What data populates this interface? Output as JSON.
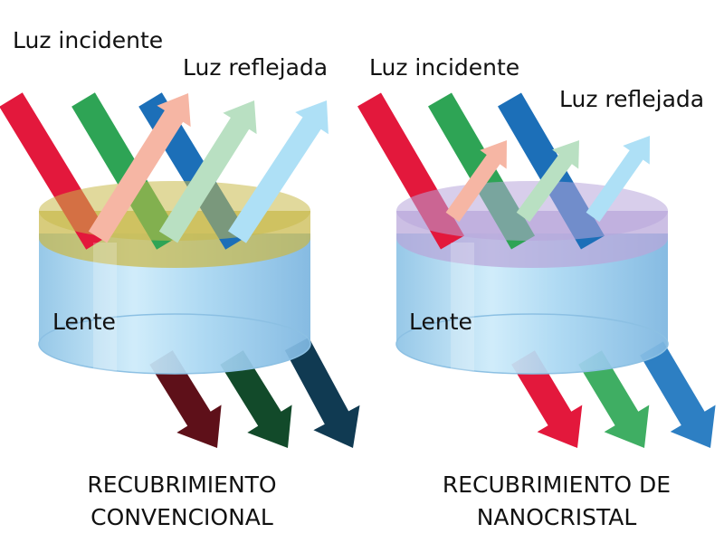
{
  "panels": [
    {
      "incident_label": "Luz incidente",
      "reflected_label": "Luz reflejada",
      "lens_label": "Lente",
      "caption_line1": "RECUBRIMIENTO",
      "caption_line2": "CONVENCIONAL",
      "coating_color": "#c9b94a",
      "incident_colors": [
        "#e3183c",
        "#2ea455",
        "#1c6fb8"
      ],
      "reflected_colors": [
        "#f6b6a4",
        "#b9e0c2",
        "#aee0f6"
      ],
      "transmitted_colors": [
        "#5e1019",
        "#124a2a",
        "#103a52"
      ]
    },
    {
      "incident_label": "Luz incidente",
      "reflected_label": "Luz reflejada",
      "lens_label": "Lente",
      "caption_line1": "RECUBRIMIENTO DE",
      "caption_line2": "NANOCRISTAL",
      "coating_color": "#b8a6da",
      "incident_colors": [
        "#e3183c",
        "#2ea455",
        "#1c6fb8"
      ],
      "reflected_colors": [
        "#f6b6a4",
        "#b9e0c2",
        "#aee0f6"
      ],
      "transmitted_colors": [
        "#e3183c",
        "#3fae63",
        "#2d7fc3"
      ]
    }
  ]
}
